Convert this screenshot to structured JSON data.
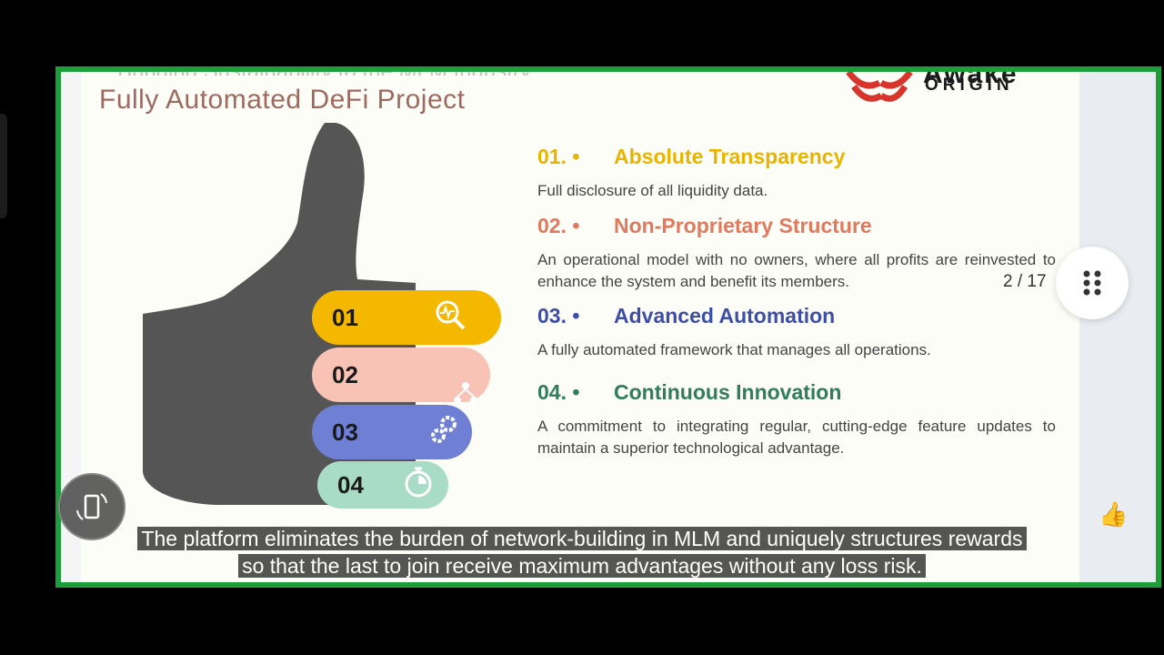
{
  "slide": {
    "cut_heading": "Bringing Sustainability to the MLM Industry",
    "title": "Fully Automated DeFi Project",
    "logo": {
      "word": "Awake",
      "sub": "ORIGIN"
    },
    "pills": [
      {
        "num": "01",
        "color": "#f5b800",
        "icon": "search-chart-icon"
      },
      {
        "num": "02",
        "color": "#f8c2b4",
        "icon": "network-people-icon"
      },
      {
        "num": "03",
        "color": "#6f7fd4",
        "icon": "gears-icon"
      },
      {
        "num": "04",
        "color": "#a8dcc6",
        "icon": "stopwatch-icon"
      }
    ],
    "items": [
      {
        "num": "01. •",
        "title": "Absolute Transparency",
        "color": "#e8b400",
        "desc": "Full disclosure of all liquidity data."
      },
      {
        "num": "02. •",
        "title": "Non-Proprietary Structure",
        "color": "#e0795e",
        "desc": "An operational model with no owners, where all profits are reinvested to enhance the system and benefit its members."
      },
      {
        "num": "03. •",
        "title": "Advanced Automation",
        "color": "#3e4ea8",
        "desc": "A fully automated framework that manages all operations."
      },
      {
        "num": "04. •",
        "title": "Continuous Innovation",
        "color": "#2f7d5a",
        "desc": "A commitment to integrating regular, cutting-edge feature updates to maintain a superior technological advantage."
      }
    ]
  },
  "viewer": {
    "counter": "2 / 17",
    "menu_icon": "grid-dots-icon",
    "rotate_icon": "screen-rotate-icon",
    "reaction": "👍"
  },
  "caption": {
    "line1": "The platform eliminates the burden of network-building in MLM and uniquely structures rewards",
    "line2": "so that the last to join receive maximum advantages without any loss risk."
  },
  "colors": {
    "frame_border": "#1e9e3a",
    "hand": "#555555"
  }
}
